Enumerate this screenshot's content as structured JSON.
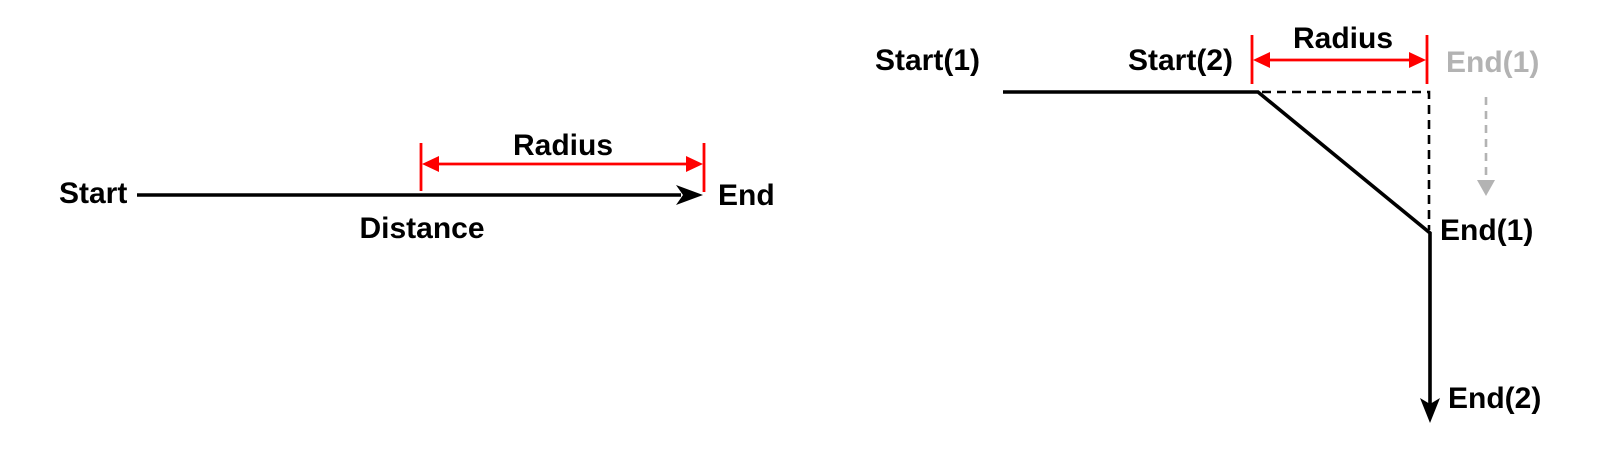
{
  "colors": {
    "line": "#000000",
    "accent_red": "#ff0000",
    "muted_gray": "#b3b3b3",
    "background": "#ffffff"
  },
  "left_diagram": {
    "start_label": "Start",
    "end_label": "End",
    "distance_label": "Distance",
    "radius_label": "Radius"
  },
  "right_diagram": {
    "start1_label": "Start(1)",
    "start2_label": "Start(2)",
    "radius_label": "Radius",
    "ghost_end1_label": "End(1)",
    "end1_label": "End(1)",
    "end2_label": "End(2)"
  }
}
